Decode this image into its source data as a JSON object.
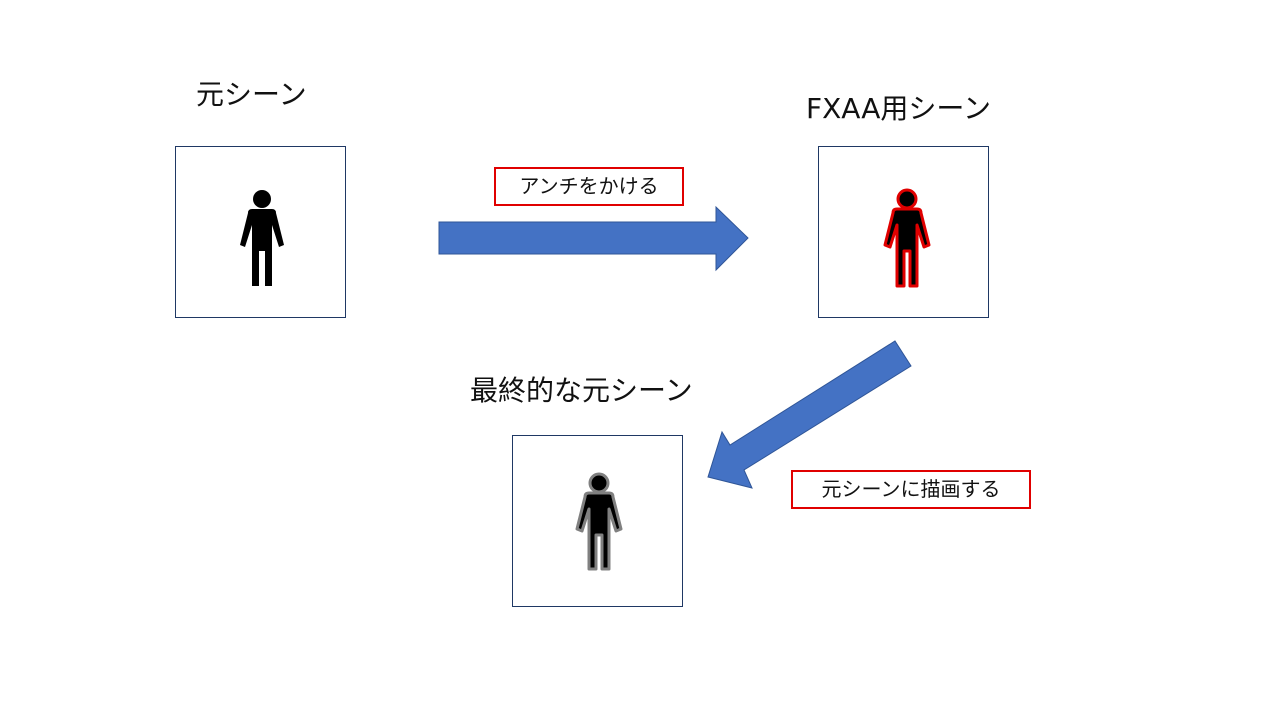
{
  "scenes": {
    "original": {
      "title": "元シーン"
    },
    "fxaa": {
      "title": "FXAA用シーン"
    },
    "final": {
      "title": "最終的な元シーン"
    }
  },
  "steps": {
    "antialias": {
      "label": "アンチをかける"
    },
    "draw_back": {
      "label": "元シーンに描画する"
    }
  },
  "colors": {
    "arrow_fill": "#4472c4",
    "arrow_stroke": "#2f5597",
    "frame_border": "#1f3864",
    "label_border": "#e00000",
    "figure": "#000000",
    "fxaa_outline": "#e00000",
    "final_outline": "#808080"
  },
  "icons": {
    "figure": "person-icon",
    "arrow": "block-arrow"
  }
}
